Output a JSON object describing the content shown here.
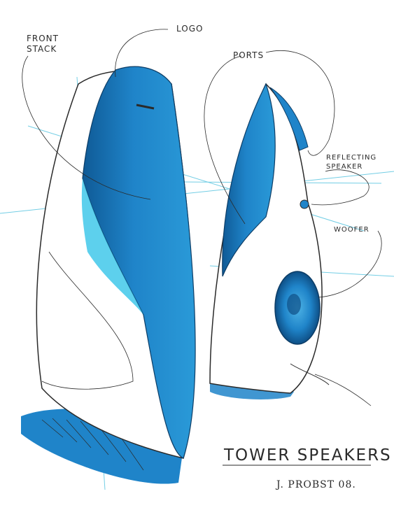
{
  "callouts": {
    "front_stack": [
      "FRONT",
      "STACK"
    ],
    "logo": "LOGO",
    "ports": "PORTS",
    "reflecting_speaker": [
      "REFLECTING",
      "SPEAKER"
    ],
    "woofer": "WOOFER"
  },
  "title": "TOWER SPEAKERS",
  "signature": "J. PROBST 08.",
  "colors": {
    "marker_blue": "#1f84c9",
    "marker_blue_dark": "#0f5a96",
    "highlight_cyan": "#35c4e8",
    "ink": "#2a2a2a",
    "construction_line": "#37b9da"
  }
}
